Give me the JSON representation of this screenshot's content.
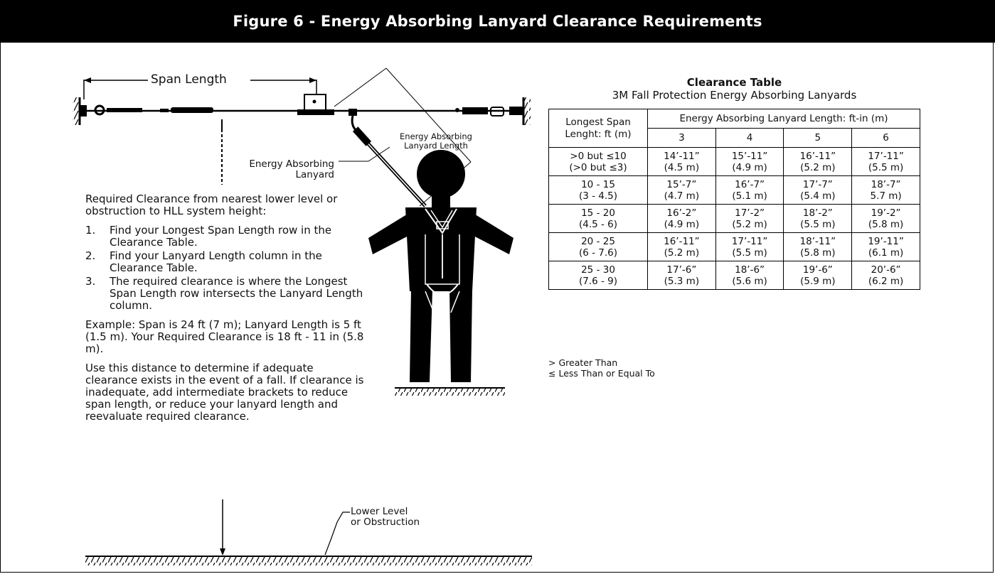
{
  "header": {
    "title": "Figure 6 - Energy Absorbing Lanyard Clearance Requirements"
  },
  "diagram": {
    "span_length_label": "Span Length",
    "ea_lanyard_length_label_1": "Energy Absorbing",
    "ea_lanyard_length_label_2": "Lanyard Length",
    "ea_lanyard_label_1": "Energy Absorbing",
    "ea_lanyard_label_2": "Lanyard",
    "lower_level_label_1": "Lower Level",
    "lower_level_label_2": "or Obstruction"
  },
  "instructions": {
    "intro": "Required Clearance from nearest lower level or obstruction to HLL system height:",
    "steps": [
      {
        "num": "1.",
        "text": "Find your Longest Span Length row in the Clearance Table."
      },
      {
        "num": "2.",
        "text": "Find your Lanyard Length column in the Clearance Table."
      },
      {
        "num": "3.",
        "text": "The required clearance is where the Longest Span Length row intersects the Lanyard Length column."
      }
    ],
    "example": "Example: Span is 24 ft (7 m); Lanyard Length is 5 ft (1.5 m). Your Required Clearance is 18 ft - 11 in (5.8 m).",
    "note": "Use this distance to determine if adequate clearance exists in the event of a fall. If clearance is inadequate, add intermediate brackets to reduce span length, or reduce your lanyard length and reevaluate required clearance."
  },
  "table": {
    "title": "Clearance Table",
    "subtitle": "3M Fall Protection Energy Absorbing Lanyards",
    "row_header_1": "Longest Span",
    "row_header_2": "Lenght: ft (m)",
    "col_group_header": "Energy Absorbing Lanyard Length: ft-in (m)",
    "columns": [
      "3",
      "4",
      "5",
      "6"
    ],
    "rows": [
      {
        "span_1": ">0 but ≤10",
        "span_2": "(>0 but ≤3)",
        "cells": [
          [
            "14’-11”",
            "(4.5 m)"
          ],
          [
            "15’-11”",
            "(4.9 m)"
          ],
          [
            "16’-11”",
            "(5.2 m)"
          ],
          [
            "17’-11”",
            "(5.5 m)"
          ]
        ]
      },
      {
        "span_1": "10 - 15",
        "span_2": "(3 - 4.5)",
        "cells": [
          [
            "15’-7”",
            "(4.7 m)"
          ],
          [
            "16’-7”",
            "(5.1 m)"
          ],
          [
            "17’-7”",
            "(5.4 m)"
          ],
          [
            "18’-7”",
            "5.7 m)"
          ]
        ]
      },
      {
        "span_1": "15 - 20",
        "span_2": "(4.5 - 6)",
        "cells": [
          [
            "16’-2”",
            "(4.9 m)"
          ],
          [
            "17’-2”",
            "(5.2 m)"
          ],
          [
            "18’-2”",
            "(5.5 m)"
          ],
          [
            "19’-2”",
            "(5.8 m)"
          ]
        ]
      },
      {
        "span_1": "20 - 25",
        "span_2": "(6 - 7.6)",
        "cells": [
          [
            "16’-11”",
            "(5.2 m)"
          ],
          [
            "17’-11”",
            "(5.5 m)"
          ],
          [
            "18’-11”",
            "(5.8 m)"
          ],
          [
            "19’-11”",
            "(6.1 m)"
          ]
        ]
      },
      {
        "span_1": "25 - 30",
        "span_2": "(7.6 - 9)",
        "cells": [
          [
            "17’-6”",
            "(5.3 m)"
          ],
          [
            "18’-6”",
            "(5.6 m)"
          ],
          [
            "19’-6”",
            "(5.9 m)"
          ],
          [
            "20’-6”",
            "(6.2 m)"
          ]
        ]
      }
    ],
    "legend": [
      "> Greater Than",
      "≤ Less Than or Equal To"
    ]
  }
}
